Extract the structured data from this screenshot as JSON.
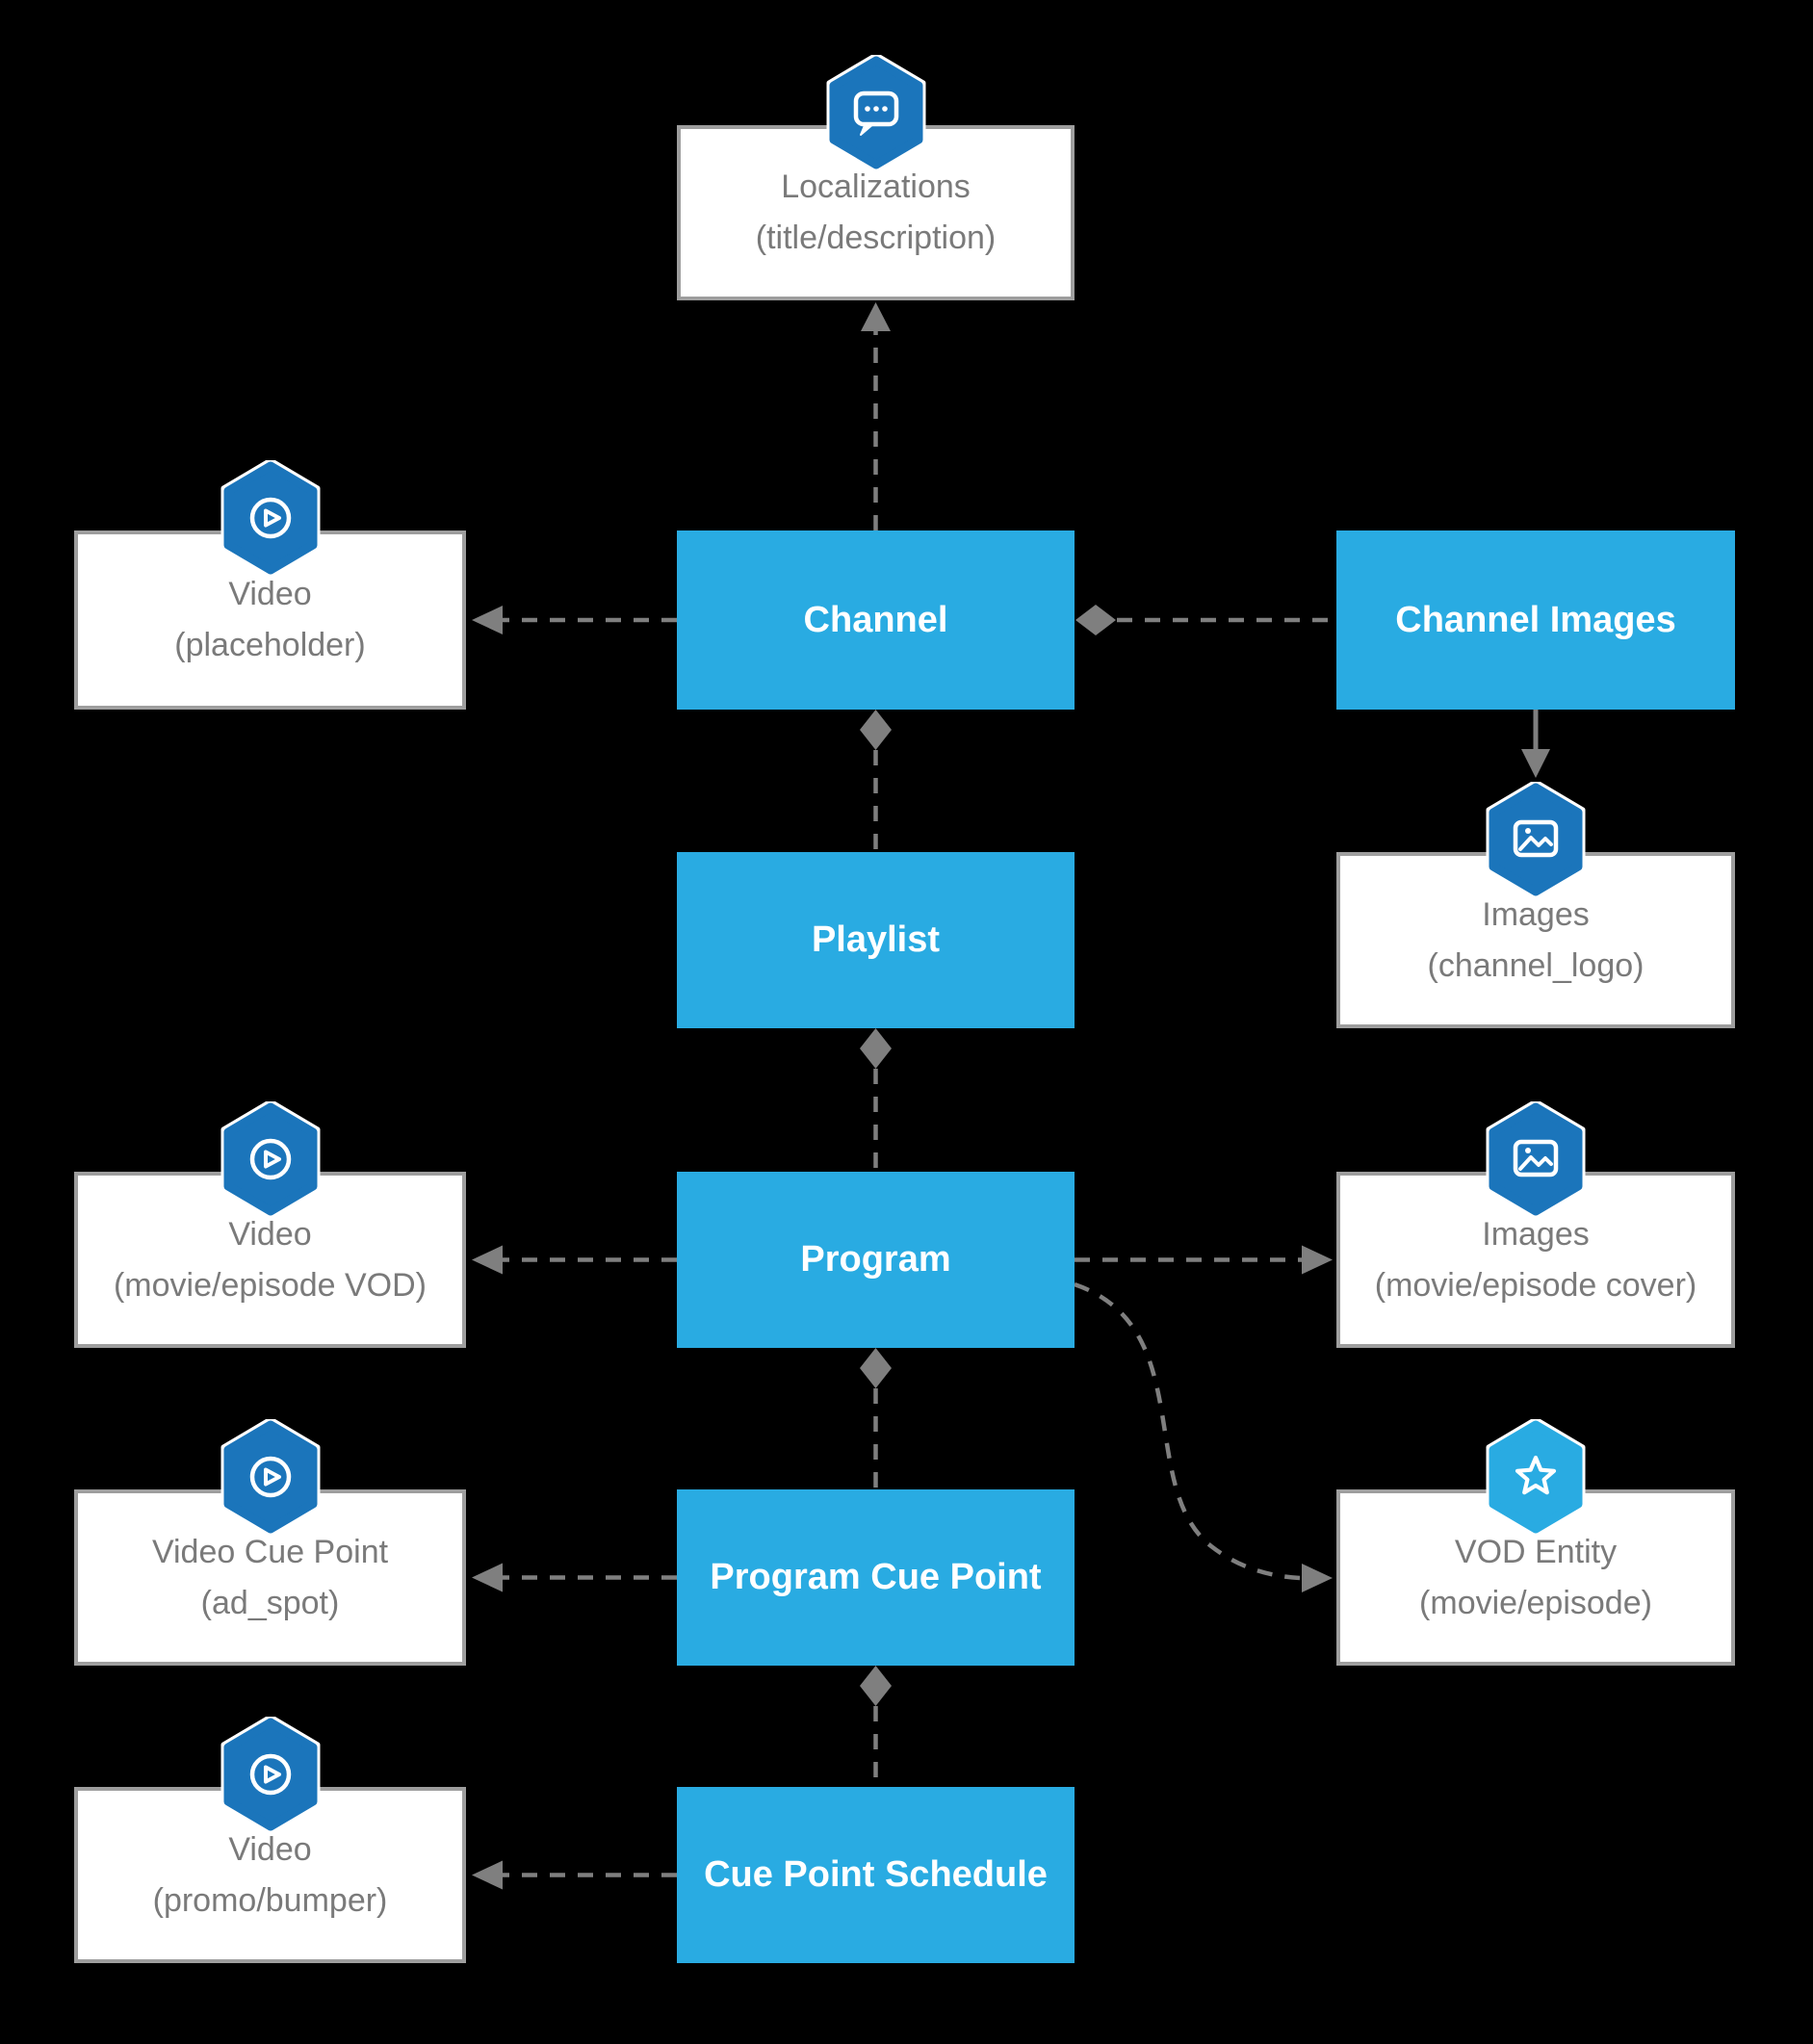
{
  "diagram": {
    "background": "#000000",
    "colors": {
      "node_blue": "#29abe2",
      "icon_dark_blue": "#1b75bb",
      "icon_light_blue": "#29abe2",
      "connector_gray": "#7f7f7f",
      "white_node_border": "#9e9e9e",
      "white_node_text": "#7a7a7a"
    },
    "nodes": {
      "localizations": {
        "title": "Localizations",
        "subtitle": "(title/description)",
        "icon": "chat-icon"
      },
      "channel": {
        "label": "Channel"
      },
      "video_placeholder": {
        "title": "Video",
        "subtitle": "(placeholder)",
        "icon": "video-play-icon"
      },
      "channel_images": {
        "label": "Channel Images"
      },
      "images_channel_logo": {
        "title": "Images",
        "subtitle": "(channel_logo)",
        "icon": "image-icon"
      },
      "playlist": {
        "label": "Playlist"
      },
      "program": {
        "label": "Program"
      },
      "video_movie_episode_vod": {
        "title": "Video",
        "subtitle": "(movie/episode VOD)",
        "icon": "video-play-icon"
      },
      "images_movie_episode_cover": {
        "title": "Images",
        "subtitle": "(movie/episode cover)",
        "icon": "image-icon"
      },
      "program_cue_point": {
        "label": "Program Cue Point"
      },
      "video_cue_point": {
        "title": "Video Cue Point",
        "subtitle": "(ad_spot)",
        "icon": "video-play-icon"
      },
      "vod_entity": {
        "title": "VOD Entity",
        "subtitle": "(movie/episode)",
        "icon": "star-icon"
      },
      "cue_point_schedule": {
        "label": "Cue Point Schedule"
      },
      "video_promo_bumper": {
        "title": "Video",
        "subtitle": "(promo/bumper)",
        "icon": "video-play-icon"
      }
    }
  }
}
